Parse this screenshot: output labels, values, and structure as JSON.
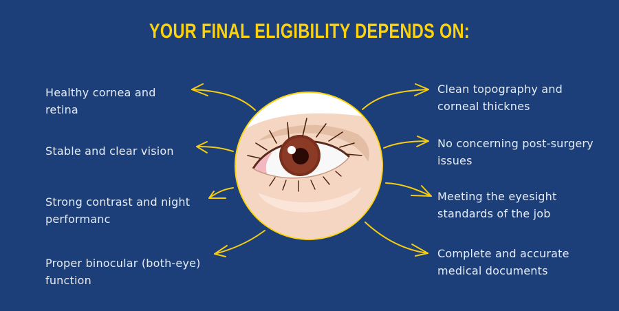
{
  "header": {
    "title": "YOUR FINAL ELIGIBILITY DEPENDS ON:"
  },
  "left_items": [
    {
      "line1": "Healthy cornea and",
      "line2": "retina"
    },
    {
      "line1": "Stable and clear vision",
      "line2": ""
    },
    {
      "line1": "Strong contrast and night",
      "line2": "performanc"
    },
    {
      "line1": "Proper binocular (both-eye)",
      "line2": "function"
    }
  ],
  "right_items": [
    {
      "line1": "Clean topography and",
      "line2": "corneal thicknes"
    },
    {
      "line1": "No concerning post-surgery",
      "line2": "issues"
    },
    {
      "line1": "Meeting the eyesight",
      "line2": "standards of the job"
    },
    {
      "line1": "Complete and accurate",
      "line2": "medical documents"
    }
  ],
  "illustration": {
    "icon": "eye-icon",
    "iris_color": "#7a2e1c",
    "skin_color": "#f4d6c2"
  },
  "colors": {
    "background": "#1c3f79",
    "accent": "#fdd20a",
    "text": "#e6ecf5"
  }
}
